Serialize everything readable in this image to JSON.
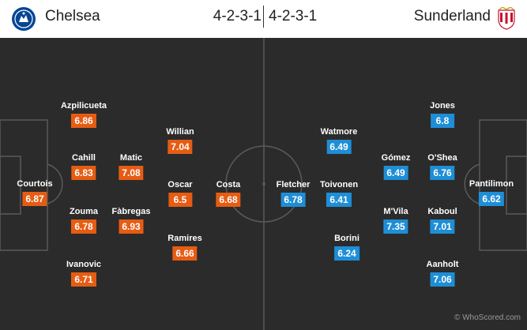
{
  "header": {
    "home_team": "Chelsea",
    "away_team": "Sunderland",
    "home_formation": "4-2-3-1",
    "away_formation": "4-2-3-1",
    "home_crest_icon": "chelsea-crest-icon",
    "away_crest_icon": "sunderland-crest-icon"
  },
  "colors": {
    "home_rating": "#e65c13",
    "away_rating": "#1e8ed6",
    "pitch": "#2b2b2b"
  },
  "home_players": [
    {
      "name": "Courtois",
      "rating": "6.87"
    },
    {
      "name": "Azpilicueta",
      "rating": "6.86"
    },
    {
      "name": "Cahill",
      "rating": "6.83"
    },
    {
      "name": "Zouma",
      "rating": "6.78"
    },
    {
      "name": "Ivanovic",
      "rating": "6.71"
    },
    {
      "name": "Matic",
      "rating": "7.08"
    },
    {
      "name": "Fàbregas",
      "rating": "6.93"
    },
    {
      "name": "Willian",
      "rating": "7.04"
    },
    {
      "name": "Oscar",
      "rating": "6.5"
    },
    {
      "name": "Ramires",
      "rating": "6.66"
    },
    {
      "name": "Costa",
      "rating": "6.68"
    }
  ],
  "away_players": [
    {
      "name": "Fletcher",
      "rating": "6.78"
    },
    {
      "name": "Watmore",
      "rating": "6.49"
    },
    {
      "name": "Toivonen",
      "rating": "6.41"
    },
    {
      "name": "Borini",
      "rating": "6.24"
    },
    {
      "name": "Gómez",
      "rating": "6.49"
    },
    {
      "name": "M'Vila",
      "rating": "7.35"
    },
    {
      "name": "Jones",
      "rating": "6.8"
    },
    {
      "name": "O'Shea",
      "rating": "6.76"
    },
    {
      "name": "Kaboul",
      "rating": "7.01"
    },
    {
      "name": "Aanholt",
      "rating": "7.06"
    },
    {
      "name": "Pantilimon",
      "rating": "6.62"
    }
  ],
  "footer": {
    "watermark": "© WhoScored.com"
  }
}
